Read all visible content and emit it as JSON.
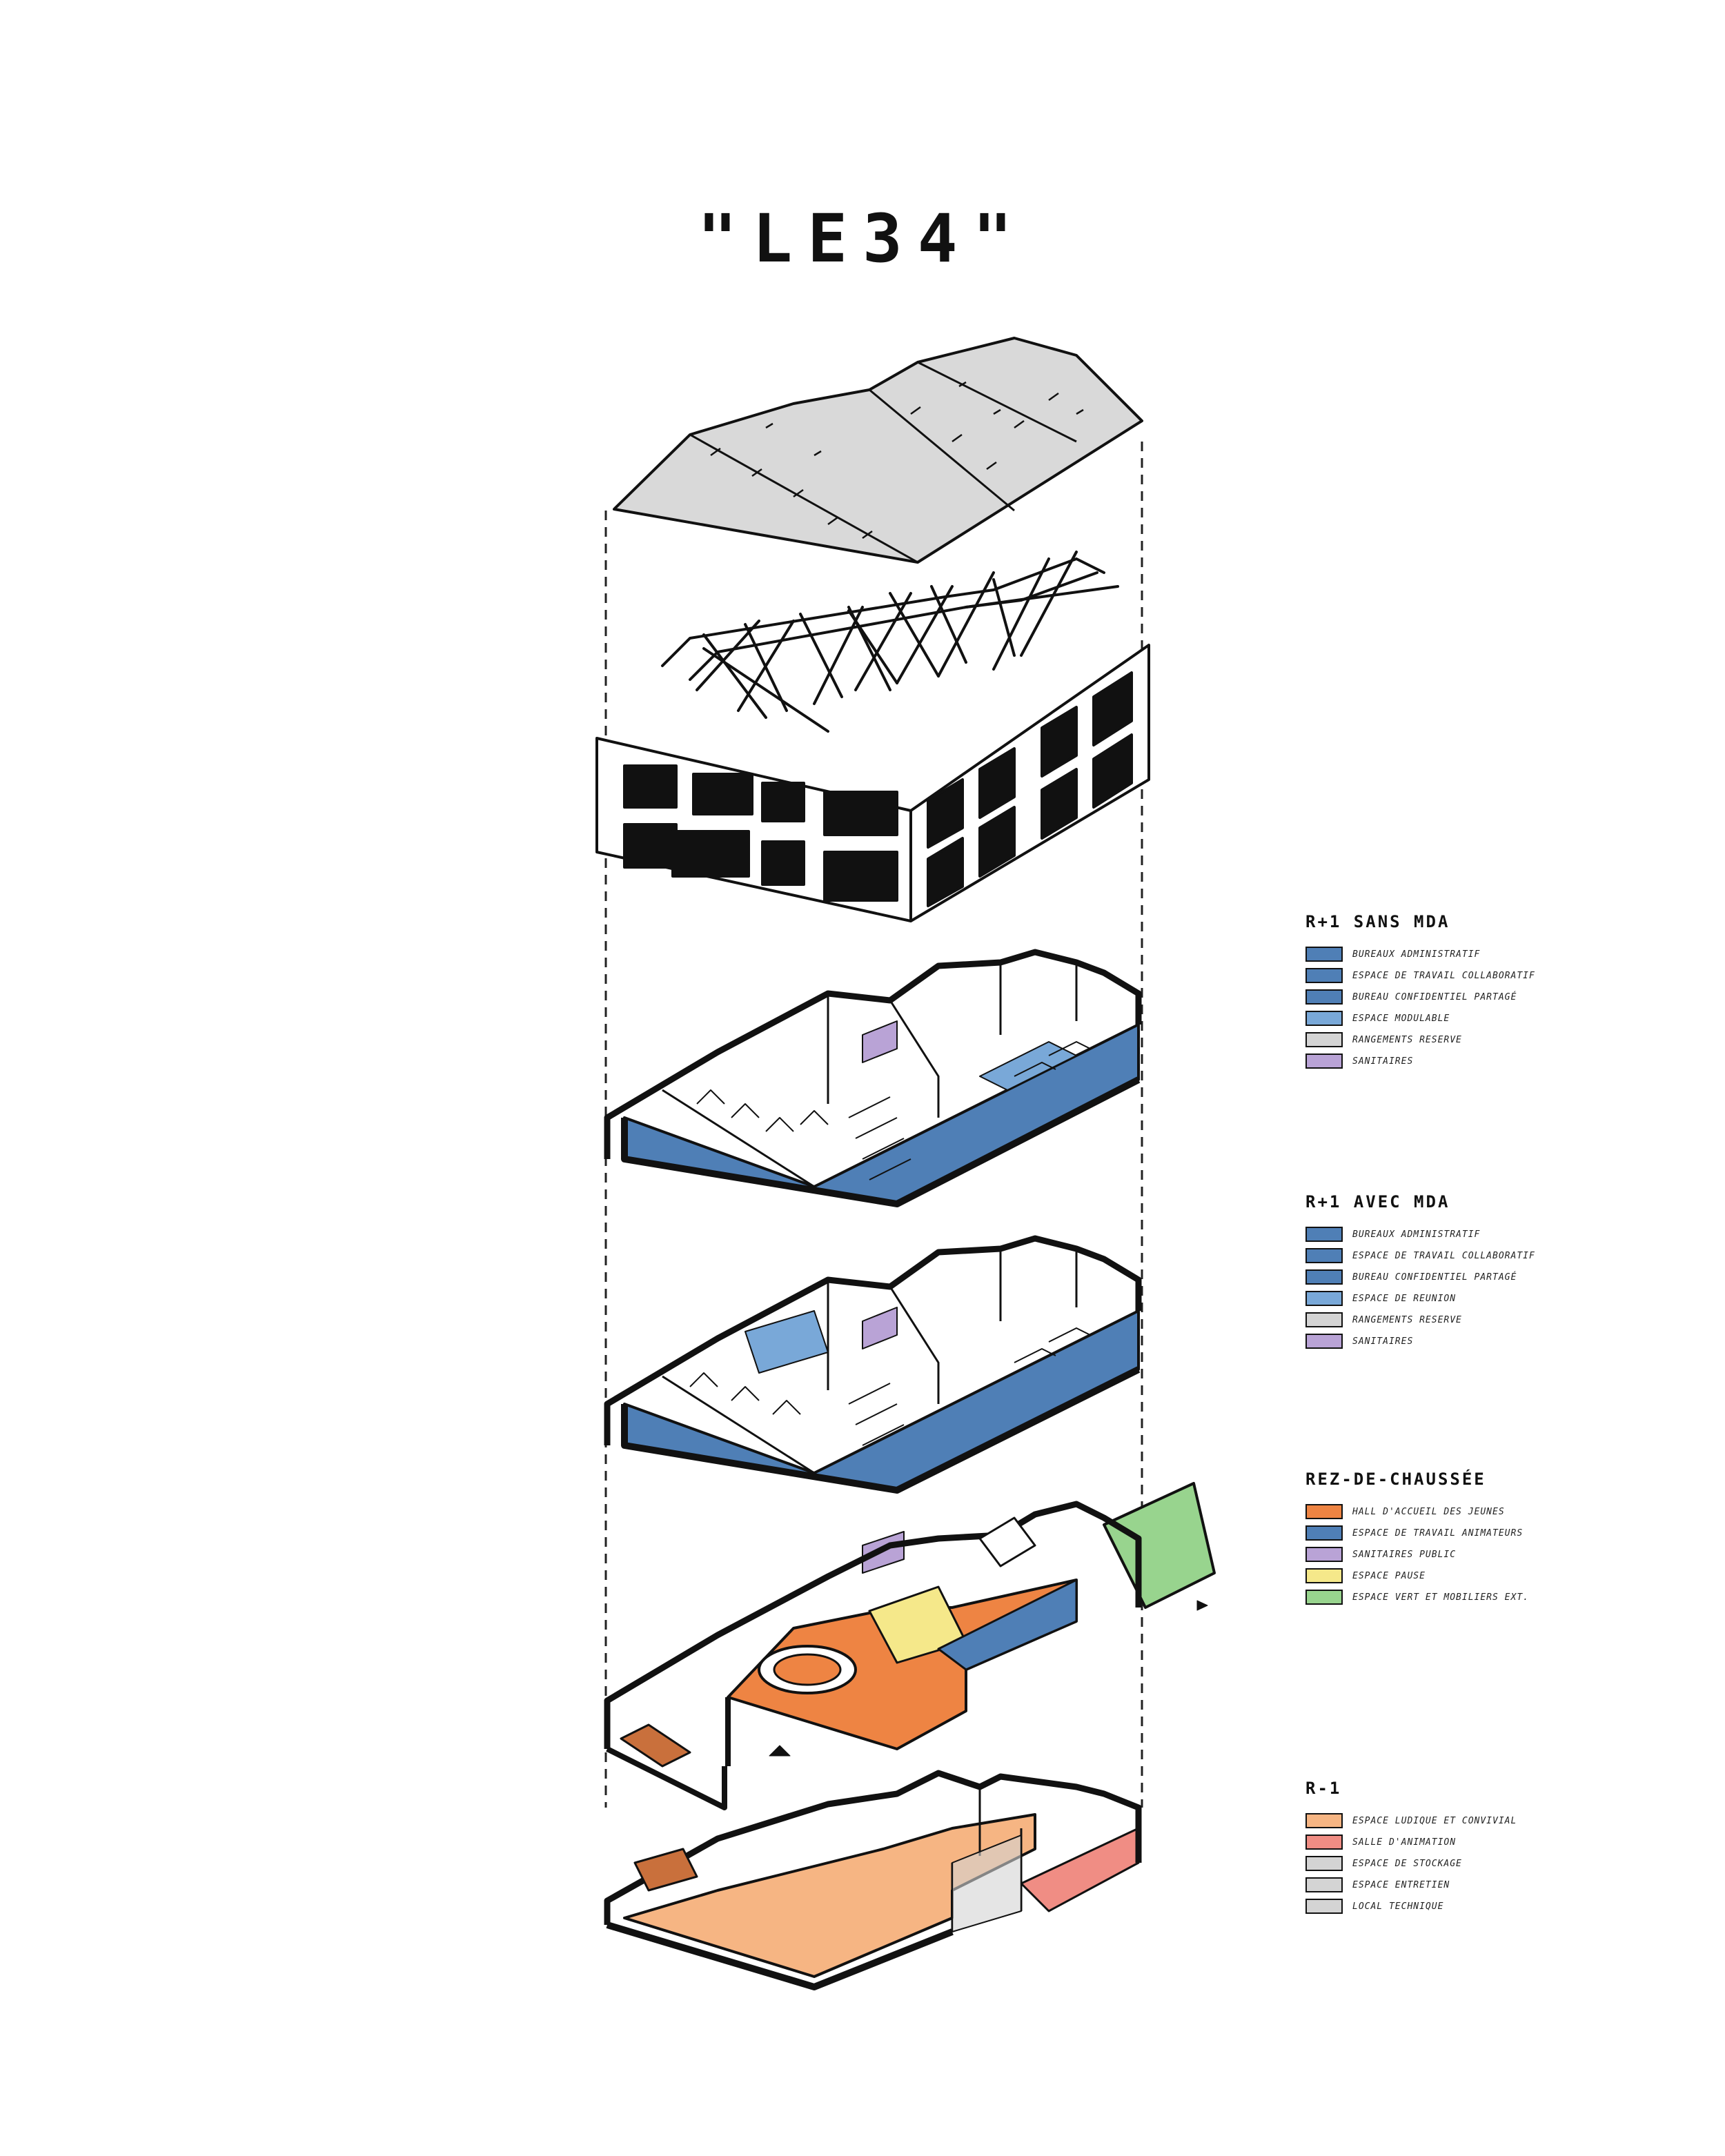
{
  "title": "\"LE34\"",
  "colors": {
    "blue_dark": "#4f7fb6",
    "blue_light": "#79a8d8",
    "grey": "#d4d4d4",
    "purple": "#b9a3d6",
    "orange": "#ee8443",
    "orange_light": "#f6b583",
    "salmon": "#f08d84",
    "yellow": "#f5e88a",
    "green": "#98d48e",
    "roof": "#d9d9d9"
  },
  "legends": [
    {
      "heading": "R+1 SANS MDA",
      "items": [
        {
          "label": "Bureaux administratif",
          "color": "#4f7fb6"
        },
        {
          "label": "Espace de travail collaboratif",
          "color": "#4f7fb6"
        },
        {
          "label": "Bureau confidentiel partagé",
          "color": "#4f7fb6"
        },
        {
          "label": "Espace modulable",
          "color": "#79a8d8"
        },
        {
          "label": "Rangements reserve",
          "color": "#d4d4d4"
        },
        {
          "label": "Sanitaires",
          "color": "#b9a3d6"
        }
      ]
    },
    {
      "heading": "R+1 AVEC MDA",
      "items": [
        {
          "label": "Bureaux administratif",
          "color": "#4f7fb6"
        },
        {
          "label": "Espace de travail collaboratif",
          "color": "#4f7fb6"
        },
        {
          "label": "Bureau confidentiel partagé",
          "color": "#4f7fb6"
        },
        {
          "label": "Espace de reunion",
          "color": "#79a8d8"
        },
        {
          "label": "Rangements reserve",
          "color": "#d4d4d4"
        },
        {
          "label": "Sanitaires",
          "color": "#b9a3d6"
        }
      ]
    },
    {
      "heading": "REZ-DE-CHAUSSÉE",
      "items": [
        {
          "label": "Hall d'accueil des jeunes",
          "color": "#ee8443"
        },
        {
          "label": "Espace de travail animateurs",
          "color": "#4f7fb6"
        },
        {
          "label": "Sanitaires public",
          "color": "#b9a3d6"
        },
        {
          "label": "Espace pause",
          "color": "#f5e88a"
        },
        {
          "label": "Espace vert et mobiliers ext.",
          "color": "#98d48e"
        }
      ]
    },
    {
      "heading": "R-1",
      "items": [
        {
          "label": "Espace ludique et convivial",
          "color": "#f6b583"
        },
        {
          "label": "Salle d'animation",
          "color": "#f08d84"
        },
        {
          "label": "Espace de stockage",
          "color": "#d4d4d4"
        },
        {
          "label": "Espace entretien",
          "color": "#d4d4d4"
        },
        {
          "label": "Local technique",
          "color": "#d4d4d4"
        }
      ]
    }
  ]
}
